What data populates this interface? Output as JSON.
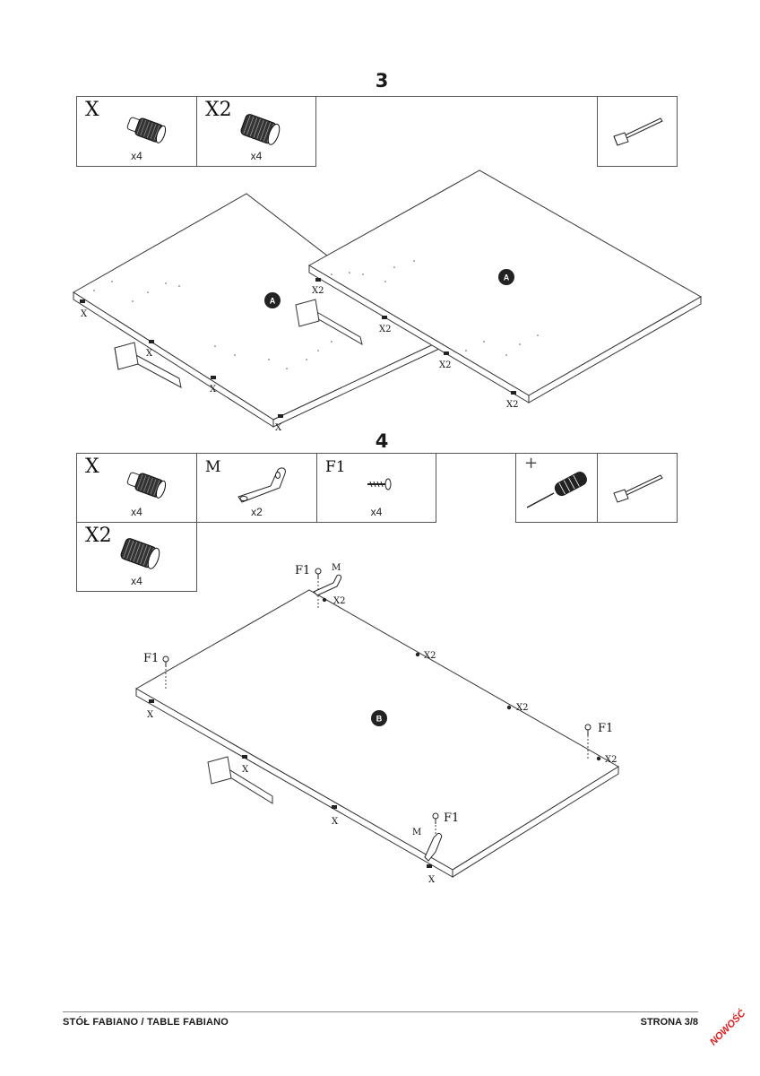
{
  "step3": {
    "number": "3",
    "parts": [
      {
        "label": "X",
        "qty": "x4"
      },
      {
        "label": "X2",
        "qty": "x4"
      }
    ],
    "tool": "hammer-icon",
    "panel_marker": "A",
    "labels": {
      "x": "X",
      "x2": "X2"
    }
  },
  "step4": {
    "number": "4",
    "parts": [
      {
        "label": "X",
        "qty": "x4"
      },
      {
        "label": "M",
        "qty": "x2"
      },
      {
        "label": "F1",
        "qty": "x4"
      },
      {
        "label": "X2",
        "qty": "x4"
      }
    ],
    "tools": [
      "screwdriver-icon",
      "hammer-icon"
    ],
    "screwdriver_symbol": "+",
    "panel_marker": "B",
    "labels": {
      "x": "X",
      "x2": "X2",
      "m": "M",
      "f1": "F1"
    }
  },
  "footer": {
    "title": "STÓŁ FABIANO / TABLE FABIANO",
    "page": "STRONA 3/8"
  },
  "badge": "NOWOŚĆ",
  "colors": {
    "badge": "#e11d1d",
    "line": "#555555"
  }
}
